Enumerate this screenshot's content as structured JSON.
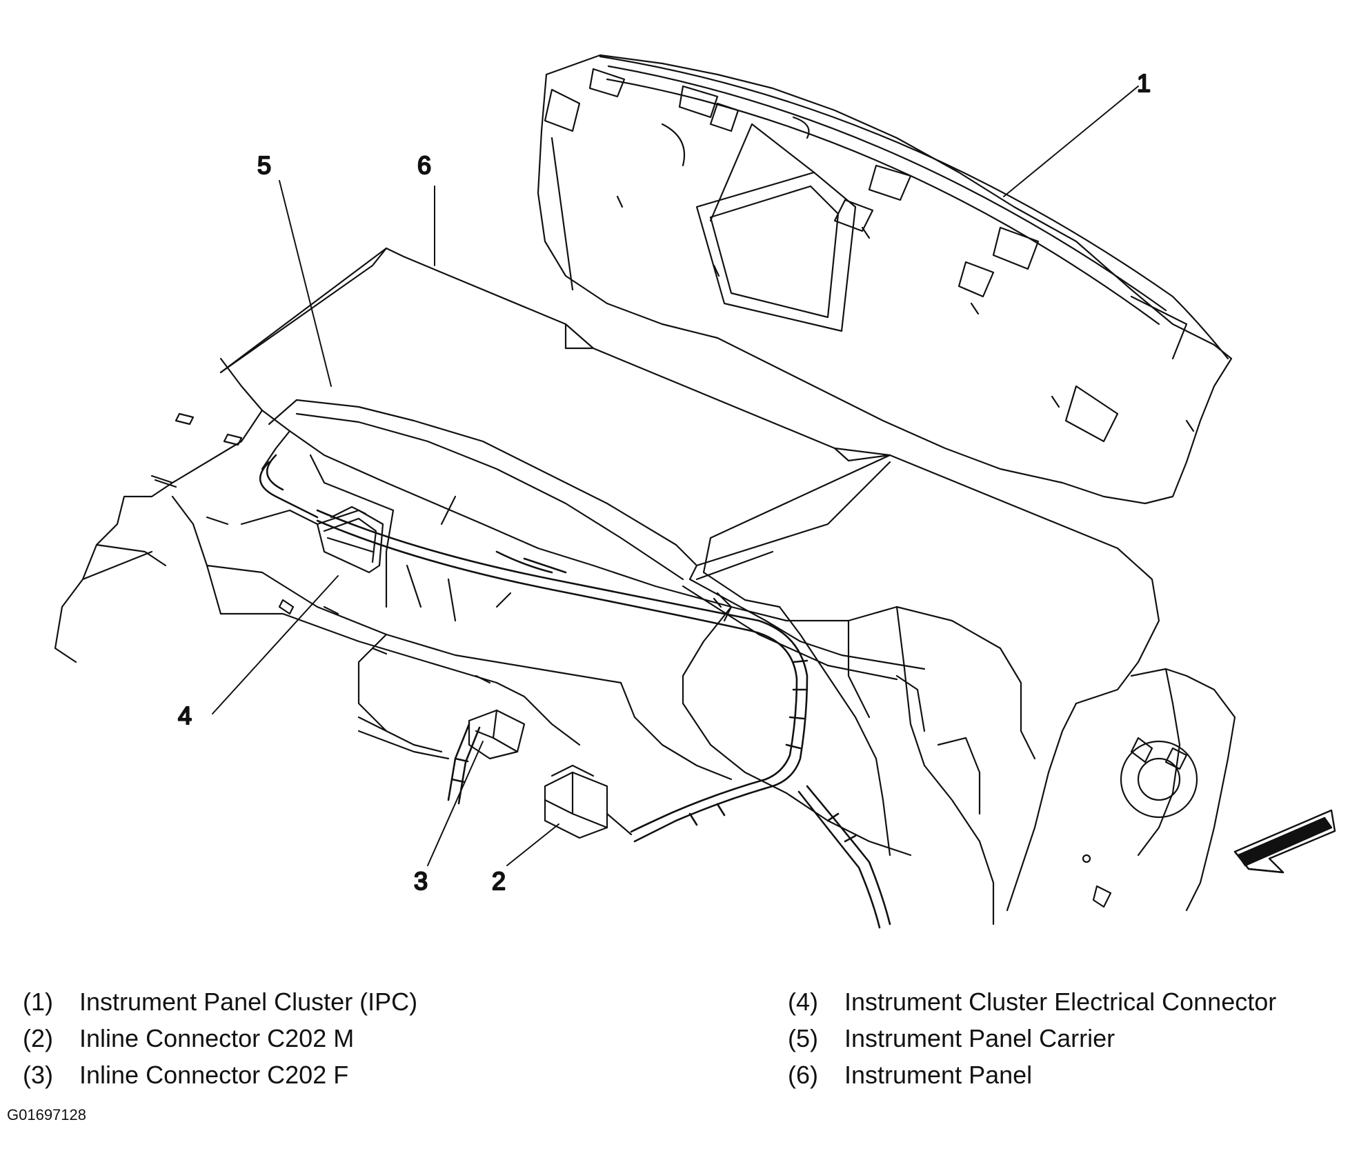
{
  "callouts": [
    "1",
    "2",
    "3",
    "4",
    "5",
    "6"
  ],
  "legend": [
    {
      "num": "(1)",
      "text": "Instrument Panel Cluster (IPC)"
    },
    {
      "num": "(2)",
      "text": "Inline Connector C202 M"
    },
    {
      "num": "(3)",
      "text": "Inline Connector C202 F"
    },
    {
      "num": "(4)",
      "text": "Instrument Cluster Electrical Connector"
    },
    {
      "num": "(5)",
      "text": "Instrument Panel Carrier"
    },
    {
      "num": "(6)",
      "text": "Instrument Panel"
    }
  ],
  "figure_id": "G01697128"
}
